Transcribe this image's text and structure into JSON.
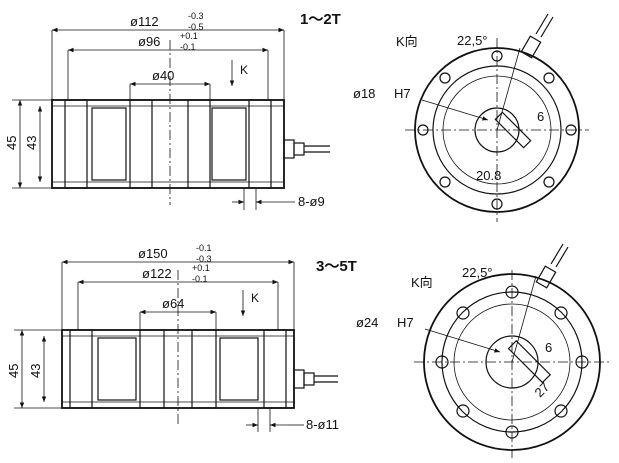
{
  "drawings": [
    {
      "title": "1～2T",
      "dims": {
        "outer_main": "ø112",
        "outer_tol_upper": "-0.3",
        "outer_tol_lower": "-0.5",
        "inner_main": "ø96",
        "inner_tol_upper": "+0.1",
        "inner_tol_lower": "-0.1",
        "bore": "ø40",
        "height_total": "45",
        "height_inner": "43",
        "holes": "8-ø9"
      },
      "view_label": "K",
      "plan": {
        "view_label": "K向",
        "angle": "22,5°",
        "hole": "ø18",
        "fit": "H7",
        "keyway_width": "6",
        "keyway_depth": "20.8"
      }
    },
    {
      "title": "3～5T",
      "dims": {
        "outer_main": "ø150",
        "outer_tol_upper": "-0.1",
        "outer_tol_lower": "-0.3",
        "inner_main": "ø122",
        "inner_tol_upper": "+0.1",
        "inner_tol_lower": "-0.1",
        "bore": "ø64",
        "height_total": "45",
        "height_inner": "43",
        "holes": "8-ø11"
      },
      "view_label": "K",
      "plan": {
        "view_label": "K向",
        "angle": "22,5°",
        "hole": "ø24",
        "fit": "H7",
        "keyway_width": "6",
        "keyway_depth": "27"
      }
    }
  ]
}
